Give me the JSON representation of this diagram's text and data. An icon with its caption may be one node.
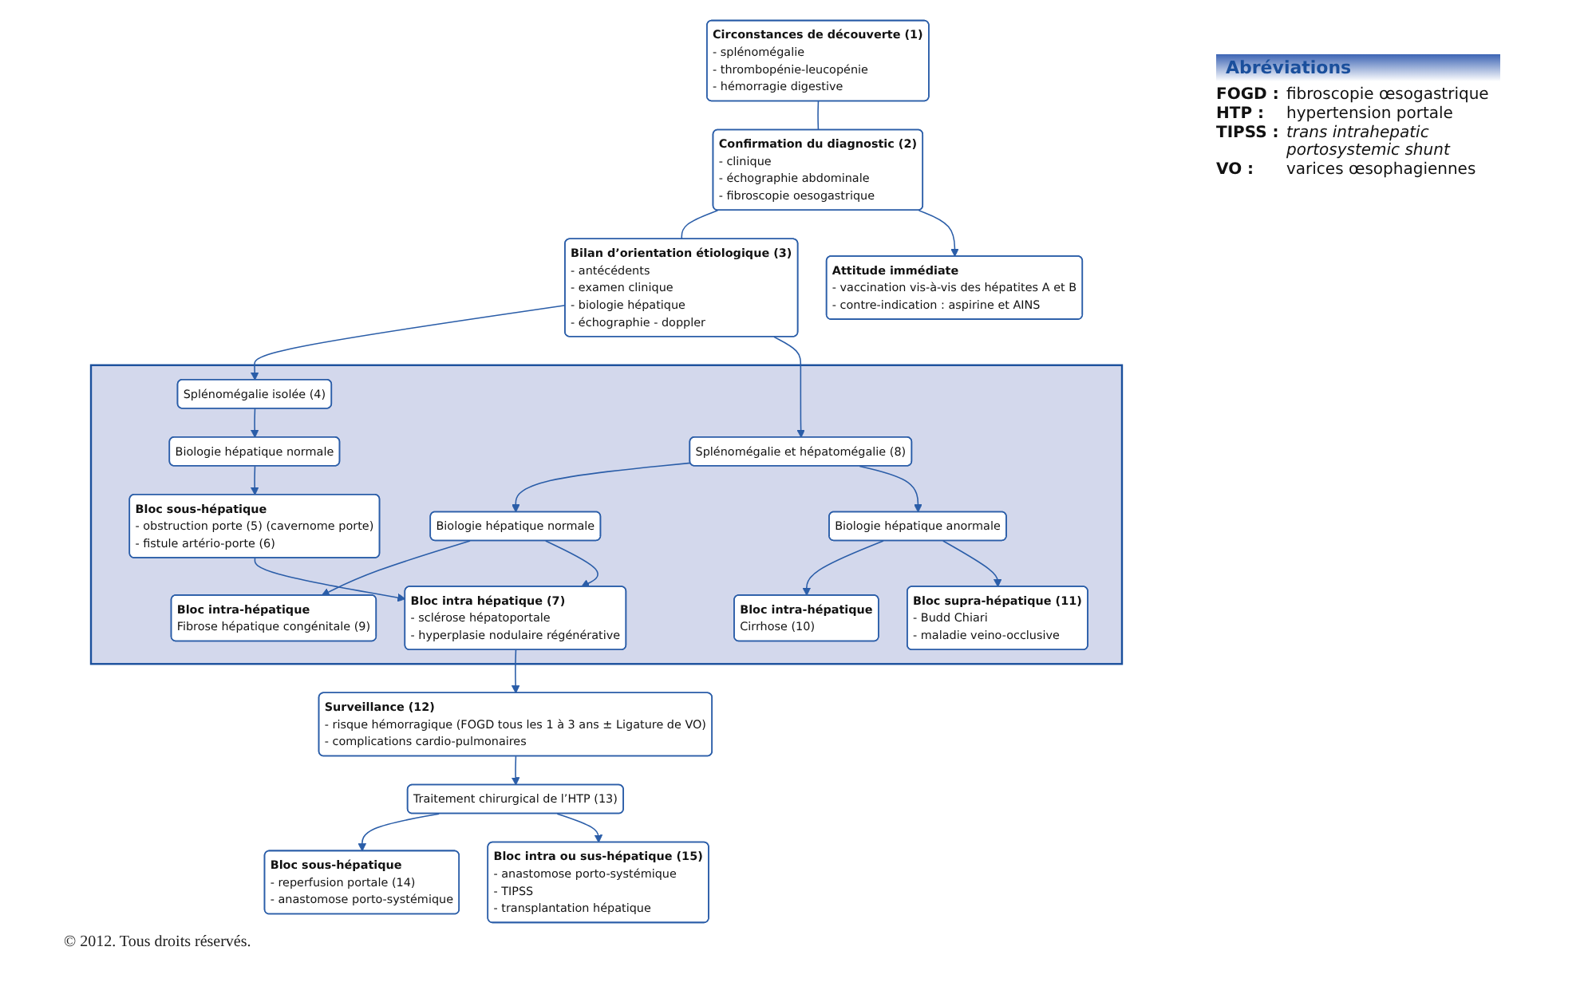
{
  "diagram": {
    "nodes": [
      {
        "text": [
          "Circonstances de découverte (1)",
          "- splénomégalie",
          "- thrombopénie-leucopénie",
          "- hémorragie digestive"
        ]
      },
      {
        "text": [
          "Confirmation du diagnostic (2)",
          "- clinique",
          "- échographie abdominale",
          "- fibroscopie oesogastrique"
        ]
      },
      {
        "text": [
          "Attitude immédiate",
          "- vaccination vis-à-vis des hépatites A et B",
          "- contre-indication : aspirine et AINS"
        ]
      },
      {
        "text": [
          "Bilan d’orientation étiologique (3)",
          "- antécédents",
          "- examen clinique",
          "- biologie hépatique",
          "- échographie - doppler"
        ]
      },
      {
        "text": [],
        "shape": "box"
      },
      {
        "text": [
          "Splénomégalie isolée (4)"
        ],
        "in": 4
      },
      {
        "text": [
          "Biologie hépatique normale"
        ],
        "in": 4
      },
      {
        "text": [
          "Bloc sous-hépatique",
          "- obstruction porte (5) (cavernome porte)",
          "- fistule artério-porte (6)"
        ],
        "in": 4
      },
      {
        "text": [
          "Splénomégalie et hépatomégalie (8)"
        ],
        "in": 4
      },
      {
        "text": [
          "Biologie hépatique normale"
        ],
        "in": 4
      },
      {
        "text": [
          "Bloc intra-hépatique",
          "Fibrose hépatique congénitale (9)"
        ],
        "in": 4
      },
      {
        "text": [
          "Biologie hépatique anormale"
        ],
        "in": 4
      },
      {
        "text": [
          "Bloc intra-hépatique",
          "Cirrhose (10)"
        ],
        "in": 4
      },
      {
        "text": [
          "Bloc intra hépatique (7)",
          "- sclérose hépatoportale",
          "- hyperplasie nodulaire régénérative"
        ],
        "in": 4
      },
      {
        "text": [
          "Bloc supra-hépatique (11)",
          "- Budd Chiari",
          "- maladie veino-occlusive"
        ],
        "in": 4
      },
      {
        "text": [
          "Surveillance (12)",
          "- risque hémorragique (FOGD tous les 1 à 3 ans ± Ligature de VO)",
          "- complications cardio-pulmonaires"
        ]
      },
      {
        "text": [
          "Traitement chirurgical de l’HTP (13)"
        ]
      },
      {
        "text": [
          "Bloc sous-hépatique",
          "- reperfusion portale (14)",
          "- anastomose porto-systémique"
        ]
      },
      {
        "text": [
          "Bloc intra ou sus-hépatique (15)",
          "- anastomose porto-systémique",
          "- TIPSS",
          "- transplantation hépatique"
        ]
      }
    ],
    "edges": [
      {
        "from": 0,
        "to": 1,
        "arrow": "none"
      },
      {
        "from": 1,
        "to": 3,
        "arrow": "none"
      },
      {
        "from": 1,
        "to": 2,
        "arrow": "to"
      },
      {
        "from": 3,
        "to": 5,
        "arrow": "to"
      },
      {
        "from": 3,
        "to": 8,
        "arrow": "to"
      },
      {
        "from": 5,
        "to": 6,
        "arrow": "to"
      },
      {
        "from": 6,
        "to": 7,
        "arrow": "to"
      },
      {
        "from": 7,
        "to": 13,
        "arrow": "to"
      },
      {
        "from": 8,
        "to": 9,
        "arrow": "to"
      },
      {
        "from": 9,
        "to": 10,
        "arrow": "to"
      },
      {
        "from": 9,
        "to": 13,
        "arrow": "to"
      },
      {
        "from": 8,
        "to": 11,
        "arrow": "to"
      },
      {
        "from": 11,
        "to": 12,
        "arrow": "to"
      },
      {
        "from": 11,
        "to": 14,
        "arrow": "to"
      },
      {
        "from": 13,
        "to": 15,
        "arrow": "to"
      },
      {
        "from": 15,
        "to": 16,
        "arrow": "to"
      },
      {
        "from": 16,
        "to": 17,
        "arrow": "to"
      },
      {
        "from": 16,
        "to": 18,
        "arrow": "to"
      }
    ],
    "labels": [
      "Abréviations",
      "FOGD :",
      "fibroscopie œsogastrique",
      "HTP :",
      "hypertension portale",
      "TIPSS :",
      "trans intrahepatic portosystemic shunt",
      "VO :",
      "varices œsophagiennes",
      "© 2012. Tous droits réservés."
    ]
  }
}
